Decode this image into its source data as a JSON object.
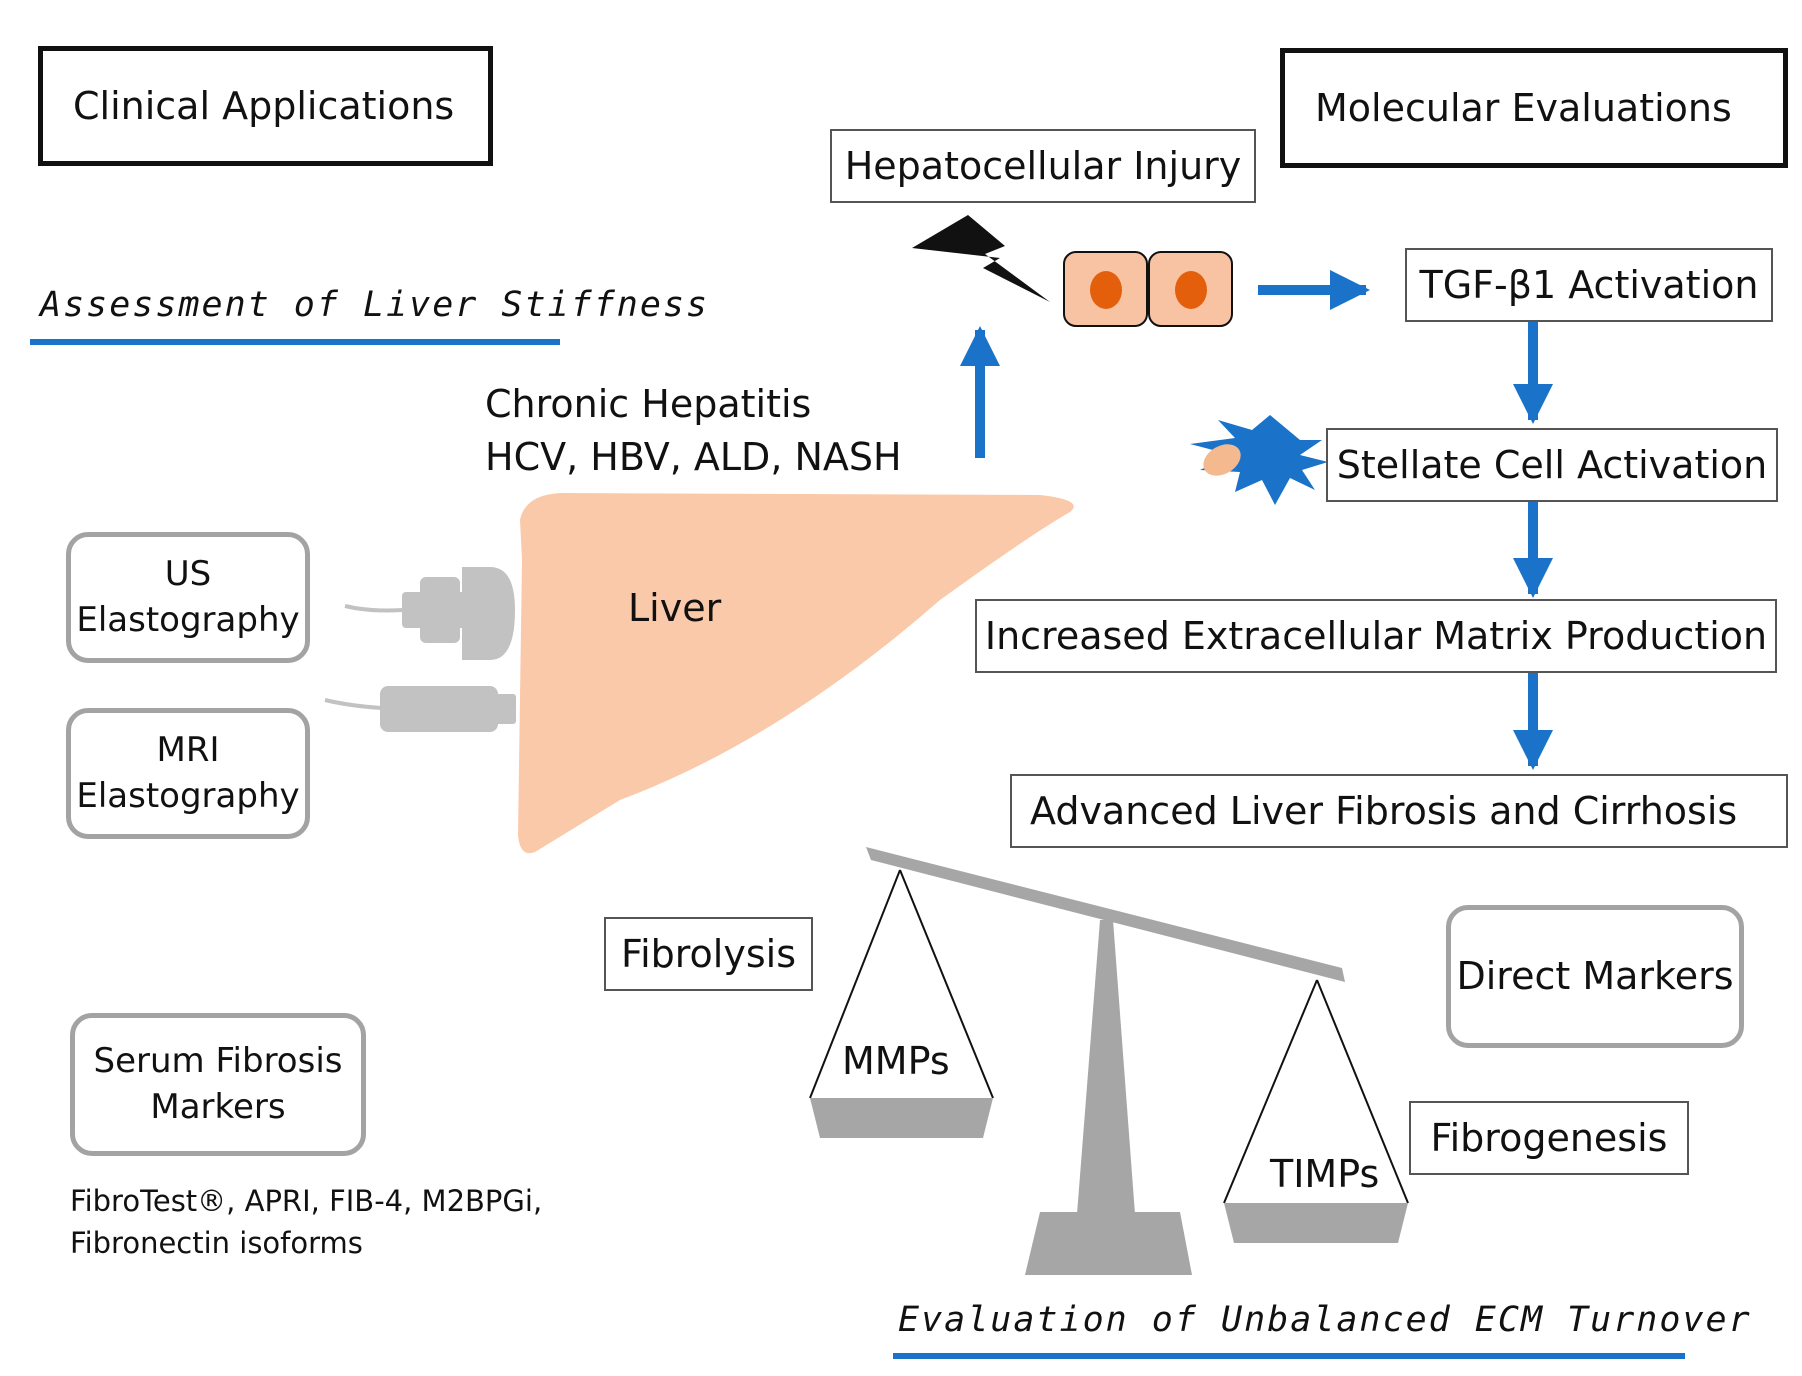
{
  "headers": {
    "clinical": "Clinical Applications",
    "molecular": "Molecular Evaluations"
  },
  "sections": {
    "liver_stiffness": "Assessment of Liver Stiffness",
    "ecm_turnover": "Evaluation of  Unbalanced ECM Turnover"
  },
  "clinical": {
    "us_elastography": [
      "US",
      "Elastography"
    ],
    "mri_elastography": [
      "MRI",
      "Elastography"
    ],
    "serum_markers": [
      "Serum Fibrosis",
      "Markers"
    ],
    "serum_examples": [
      "FibroTest®, APRI, FIB-4, M2BPGi,",
      "Fibronectin isoforms"
    ]
  },
  "center": {
    "etiology": [
      "Chronic Hepatitis",
      "HCV, HBV, ALD, NASH"
    ],
    "liver_label": "Liver"
  },
  "pathway": {
    "injury": "Hepatocellular Injury",
    "tgf": "TGF-β1 Activation",
    "stellate": "Stellate Cell Activation",
    "ecm": "Increased Extracellular Matrix Production",
    "cirrhosis": "Advanced Liver Fibrosis and Cirrhosis"
  },
  "balance": {
    "fibrolysis": "Fibrolysis",
    "mmps": "MMPs",
    "fibrogenesis": "Fibrogenesis",
    "timps": "TIMPs",
    "direct_markers": "Direct Markers"
  },
  "colors": {
    "arrow_blue": "#1a73c8",
    "liver_fill": "#fac9a9",
    "cell_fill": "#f8c3a2",
    "nucleus": "#e35f0c",
    "stellate_star": "#1a73c8",
    "device_gray": "#c2c2c2",
    "scale_gray": "#a6a6a6"
  }
}
